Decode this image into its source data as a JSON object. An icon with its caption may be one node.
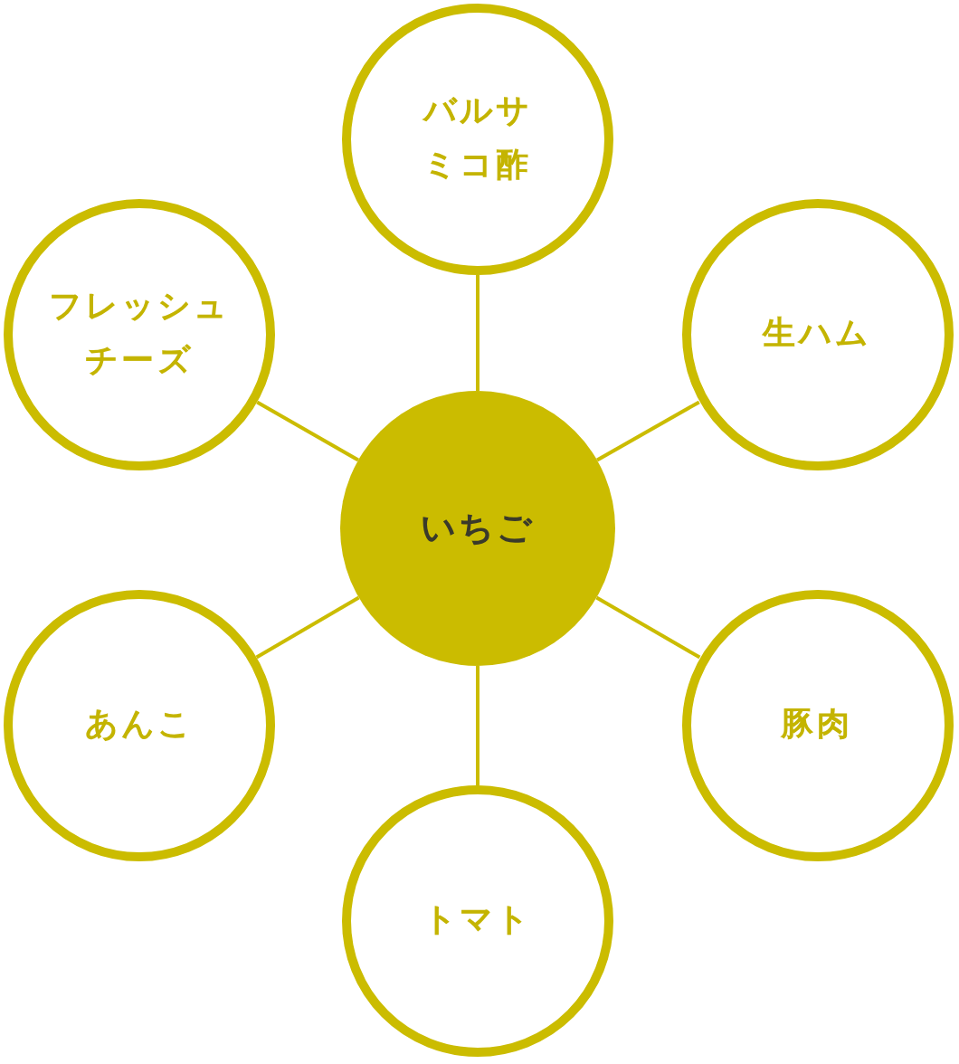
{
  "diagram": {
    "nodes": [
      {
        "text": [
          "いちご"
        ]
      },
      {
        "text": [
          "バルサミコ酢"
        ]
      },
      {
        "text": [
          "生ハム"
        ]
      },
      {
        "text": [
          "豚肉"
        ]
      },
      {
        "text": [
          "トマト"
        ]
      },
      {
        "text": [
          "あんこ"
        ]
      },
      {
        "text": [
          "フレッシュチーズ"
        ]
      }
    ],
    "edges": [
      {
        "from": 0,
        "to": 1,
        "arrow": "none"
      },
      {
        "from": 0,
        "to": 2,
        "arrow": "none"
      },
      {
        "from": 0,
        "to": 3,
        "arrow": "none"
      },
      {
        "from": 0,
        "to": 4,
        "arrow": "none"
      },
      {
        "from": 0,
        "to": 5,
        "arrow": "none"
      },
      {
        "from": 0,
        "to": 6,
        "arrow": "none"
      }
    ]
  }
}
